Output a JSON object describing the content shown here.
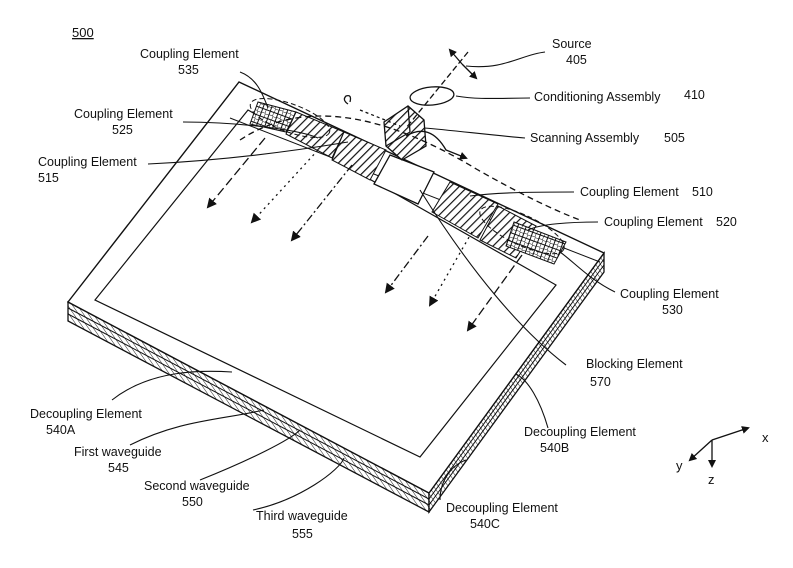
{
  "figure_number": "500",
  "labels": {
    "source": {
      "name": "Source",
      "num": "405"
    },
    "conditioning": {
      "name": "Conditioning Assembly",
      "num": "410"
    },
    "scanning": {
      "name": "Scanning Assembly",
      "num": "505"
    },
    "ce535": {
      "name": "Coupling Element",
      "num": "535"
    },
    "ce525": {
      "name": "Coupling Element",
      "num": "525"
    },
    "ce515": {
      "name": "Coupling Element",
      "num": "515"
    },
    "ce510": {
      "name": "Coupling Element",
      "num": "510"
    },
    "ce520": {
      "name": "Coupling Element",
      "num": "520"
    },
    "ce530": {
      "name": "Coupling Element",
      "num": "530"
    },
    "blocking": {
      "name": "Blocking Element",
      "num": "570"
    },
    "de540a": {
      "name": "Decoupling Element",
      "num": "540A"
    },
    "de540b": {
      "name": "Decoupling Element",
      "num": "540B"
    },
    "de540c": {
      "name": "Decoupling Element",
      "num": "540C"
    },
    "wg1": {
      "name": "First waveguide",
      "num": "545"
    },
    "wg2": {
      "name": "Second waveguide",
      "num": "550"
    },
    "wg3": {
      "name": "Third waveguide",
      "num": "555"
    }
  },
  "axes": {
    "x": "x",
    "y": "y",
    "z": "z"
  }
}
